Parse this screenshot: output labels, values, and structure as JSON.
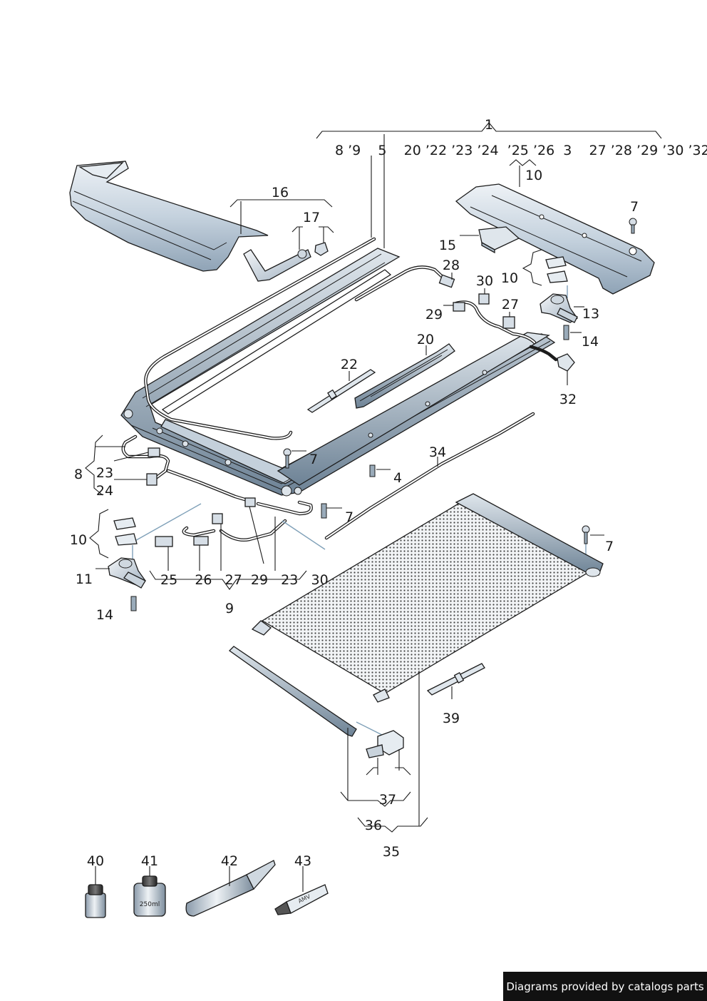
{
  "labels": {
    "l1": "1",
    "l1row": "8 ’9    5    20 ’22 ’23 ’24  ’25 ’26  3    27 ’28 ’29 ’30 ’32",
    "l3sub": "10",
    "l16": "16",
    "l17": "17",
    "l15": "15",
    "l7a": "7",
    "l10r": "10",
    "l13": "13",
    "l14r": "14",
    "l28": "28",
    "l30r": "30",
    "l29r": "29",
    "l27r": "27",
    "l20": "20",
    "l22": "22",
    "l32": "32",
    "l8": "8",
    "l23l": "23",
    "l24": "24",
    "l7b": "7",
    "l4": "4",
    "l34": "34",
    "l7c": "7",
    "l7d": "7",
    "l10l": "10",
    "l11": "11",
    "l14l": "14",
    "l9row": "25    26   27  29   23   30",
    "l9": "9",
    "l39": "39",
    "l37": "37",
    "l36": "36",
    "l35": "35",
    "l40": "40",
    "l41": "41",
    "l42": "42",
    "l43": "43"
  },
  "bottle_41_text": "250ml",
  "tube_43_text": "AMV",
  "banner": "Diagrams provided by catalogs parts"
}
